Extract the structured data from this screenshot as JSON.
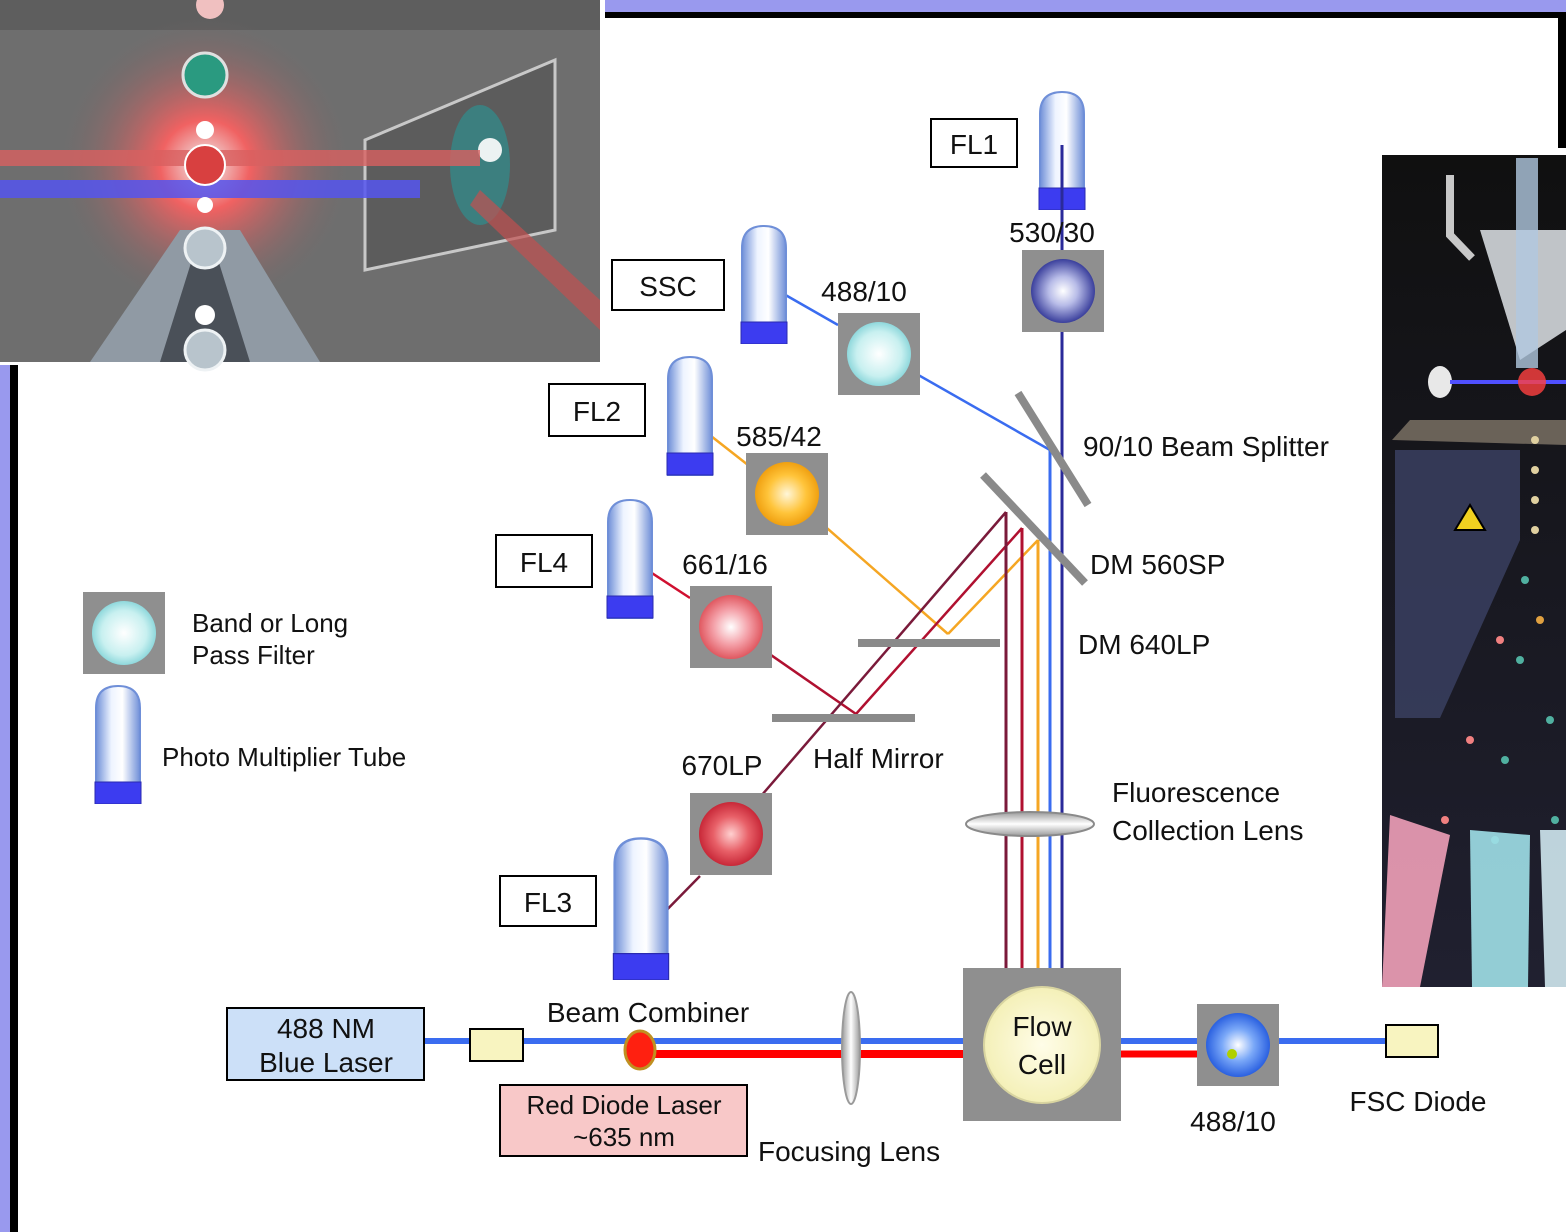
{
  "detectors": {
    "fl1": "FL1",
    "ssc": "SSC",
    "fl2": "FL2",
    "fl4": "FL4",
    "fl3": "FL3"
  },
  "filters": {
    "f530_30": "530/30",
    "f488_10_ssc": "488/10",
    "f585_42": "585/42",
    "f661_16": "661/16",
    "f670lp": "670LP",
    "f488_10_fsc": "488/10"
  },
  "optics": {
    "beam_splitter": "90/10 Beam Splitter",
    "dm560": "DM 560SP",
    "dm640": "DM 640LP",
    "half_mirror": "Half Mirror",
    "collection_lens_line1": "Fluorescence",
    "collection_lens_line2": "Collection Lens",
    "focusing_lens": "Focusing Lens",
    "beam_combiner": "Beam Combiner",
    "flow_cell_line1": "Flow",
    "flow_cell_line2": "Cell",
    "fsc_diode": "FSC Diode"
  },
  "lasers": {
    "blue_line1": "488 NM",
    "blue_line2": "Blue Laser",
    "red_line1": "Red Diode Laser",
    "red_line2": "~635 nm"
  },
  "legend": {
    "filter_line1": "Band or Long",
    "filter_line2": "Pass Filter",
    "pmt": "Photo Multiplier Tube"
  },
  "colors": {
    "frame_accent": "#9999ee",
    "blue_laser": "#3a6cf0",
    "red_laser": "#ff0000",
    "orange_light": "#f5a623",
    "dark_red_light": "#7a1a3a",
    "blue_label_bg": "#cce0f8",
    "red_label_bg": "#f8c8c8",
    "detector_box_bg": "#f8f4c0"
  }
}
